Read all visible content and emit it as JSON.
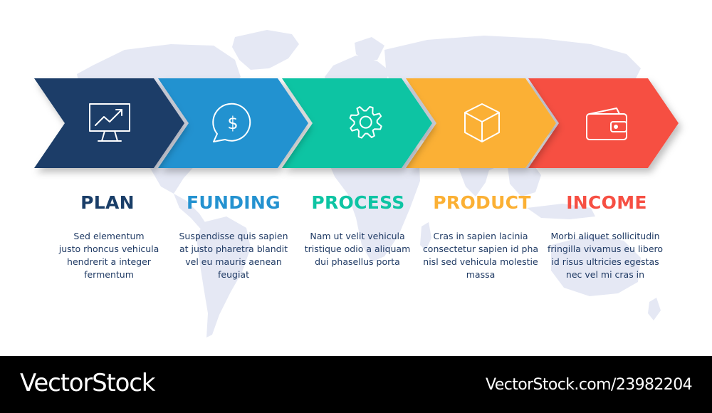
{
  "colors": {
    "background": "#ffffff",
    "map": "#e5e8f4",
    "description_text": "#1f3a64",
    "footer_background": "#000000",
    "footer_text": "#ffffff"
  },
  "steps": [
    {
      "title": "PLAN",
      "icon": "monitor-chart-icon",
      "color": "#1a3e68",
      "description": [
        "Sed elementum",
        "justo rhoncus vehicula",
        "hendrerit a integer",
        "fermentum"
      ]
    },
    {
      "title": "FUNDING",
      "icon": "dollar-speech-bubble-icon",
      "color": "#2492d0",
      "description": [
        "Suspendisse quis sapien",
        "at justo pharetra blandit",
        "vel eu mauris aenean",
        "feugiat"
      ]
    },
    {
      "title": "PROCESS",
      "icon": "gear-icon",
      "color": "#0dc4a3",
      "description": [
        "Nam ut velit vehicula",
        "tristique odio a aliquam",
        "dui phasellus porta"
      ]
    },
    {
      "title": "PRODUCT",
      "icon": "box-icon",
      "color": "#fbb034",
      "description": [
        "Cras in sapien lacinia",
        "consectetur sapien id pha",
        "nisl sed vehicula molestie",
        "massa"
      ]
    },
    {
      "title": "INCOME",
      "icon": "wallet-icon",
      "color": "#f64f43",
      "description": [
        "Morbi aliquet sollicitudin",
        "fringilla vivamus eu libero",
        "id risus ultricies egestas",
        "nec vel mi cras in"
      ]
    }
  ],
  "footer": {
    "brand": "VectorStock",
    "image_id": "VectorStock.com/23982204"
  }
}
